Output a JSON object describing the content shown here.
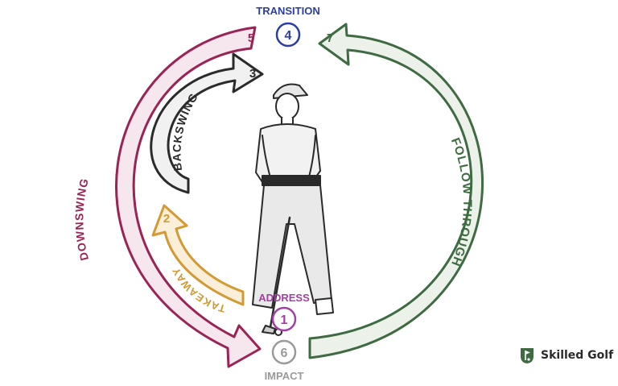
{
  "diagram": {
    "steps": {
      "address": {
        "number": "1",
        "label": "ADDRESS"
      },
      "takeaway": {
        "number": "2",
        "label": "TAKEAWAY"
      },
      "backswing": {
        "number": "3",
        "label": "BACKSWING"
      },
      "transition": {
        "number": "4",
        "label": "TRANSITION"
      },
      "downswing": {
        "number": "5",
        "label": "DOWNSWING"
      },
      "impact": {
        "number": "6",
        "label": "IMPACT"
      },
      "follow_through": {
        "number": "7",
        "label": "FOLLOW THROUGH"
      }
    }
  },
  "brand": {
    "name": "Skilled Golf"
  },
  "colors": {
    "address": "#a43fa4",
    "takeaway": "#d39a33",
    "backswing": "#2b2b2b",
    "transition": "#2b3ea8",
    "downswing": "#9a2455",
    "impact": "#9a9a9a",
    "follow_through": "#3f6b43",
    "brand": "#3f6b43"
  }
}
